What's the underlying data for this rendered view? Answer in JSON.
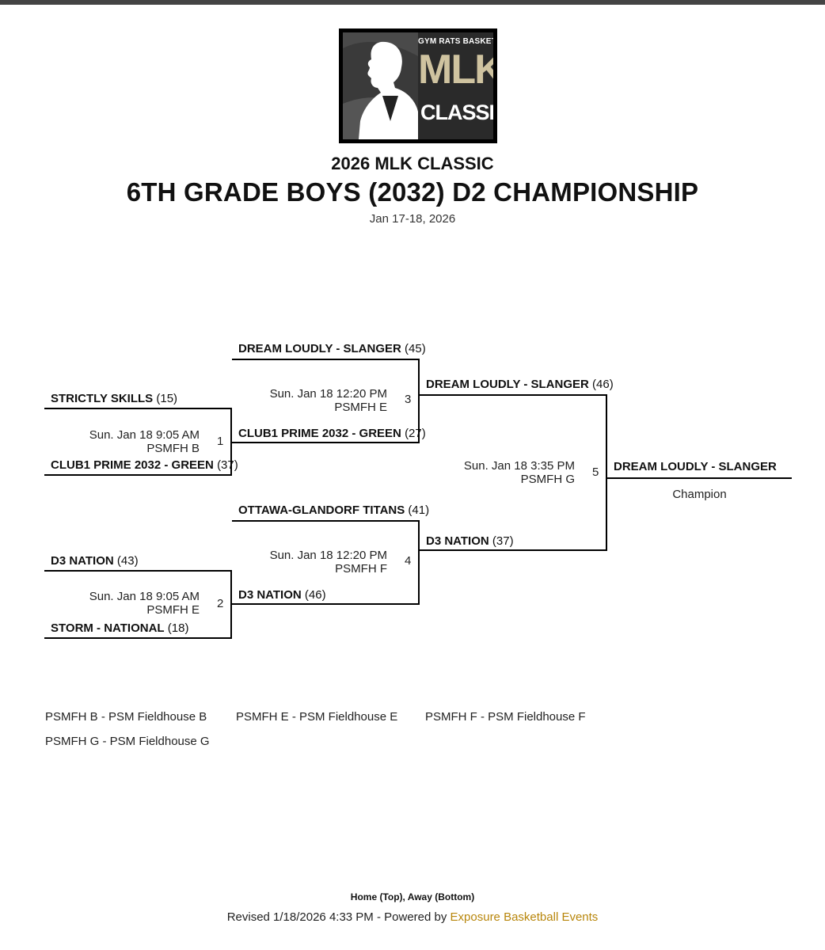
{
  "logo": {
    "top_text": "GYM RATS BASKETBALL",
    "main_text": "MLK",
    "bottom_text": "CLASSIC"
  },
  "event": {
    "name": "2026 MLK CLASSIC",
    "division": "6TH GRADE BOYS (2032) D2 CHAMPIONSHIP",
    "dates": "Jan 17-18, 2026"
  },
  "games": {
    "g1": {
      "number": "1",
      "time": "Sun. Jan 18 9:05 AM",
      "court": "PSMFH B",
      "home": {
        "name": "STRICTLY SKILLS",
        "score": "(15)"
      },
      "away": {
        "name": "CLUB1 PRIME 2032 - GREEN",
        "score": "(37)"
      }
    },
    "g2": {
      "number": "2",
      "time": "Sun. Jan 18 9:05 AM",
      "court": "PSMFH E",
      "home": {
        "name": "D3 NATION",
        "score": "(43)"
      },
      "away": {
        "name": "STORM - NATIONAL",
        "score": "(18)"
      }
    },
    "g3": {
      "number": "3",
      "time": "Sun. Jan 18 12:20 PM",
      "court": "PSMFH E",
      "home": {
        "name": "DREAM LOUDLY - SLANGER",
        "score": "(45)"
      },
      "away": {
        "name": "CLUB1 PRIME 2032 - GREEN",
        "score": "(27)"
      }
    },
    "g4": {
      "number": "4",
      "time": "Sun. Jan 18 12:20 PM",
      "court": "PSMFH F",
      "home": {
        "name": "OTTAWA-GLANDORF TITANS",
        "score": "(41)"
      },
      "away": {
        "name": "D3 NATION",
        "score": "(46)"
      }
    },
    "g5": {
      "number": "5",
      "time": "Sun. Jan 18 3:35 PM",
      "court": "PSMFH G",
      "home": {
        "name": "DREAM LOUDLY - SLANGER",
        "score": "(46)"
      },
      "away": {
        "name": "D3 NATION",
        "score": "(37)"
      }
    }
  },
  "champion": {
    "name": "DREAM LOUDLY - SLANGER",
    "label": "Champion"
  },
  "legend": [
    "PSMFH B - PSM Fieldhouse B",
    "PSMFH E - PSM Fieldhouse E",
    "PSMFH F - PSM Fieldhouse F",
    "PSMFH G - PSM Fieldhouse G"
  ],
  "footer": {
    "note": "Home (Top), Away (Bottom)",
    "revised": "Revised 1/18/2026 4:33 PM - Powered by",
    "powered_link": "Exposure Basketball Events",
    "link_color": "#b8860b"
  }
}
